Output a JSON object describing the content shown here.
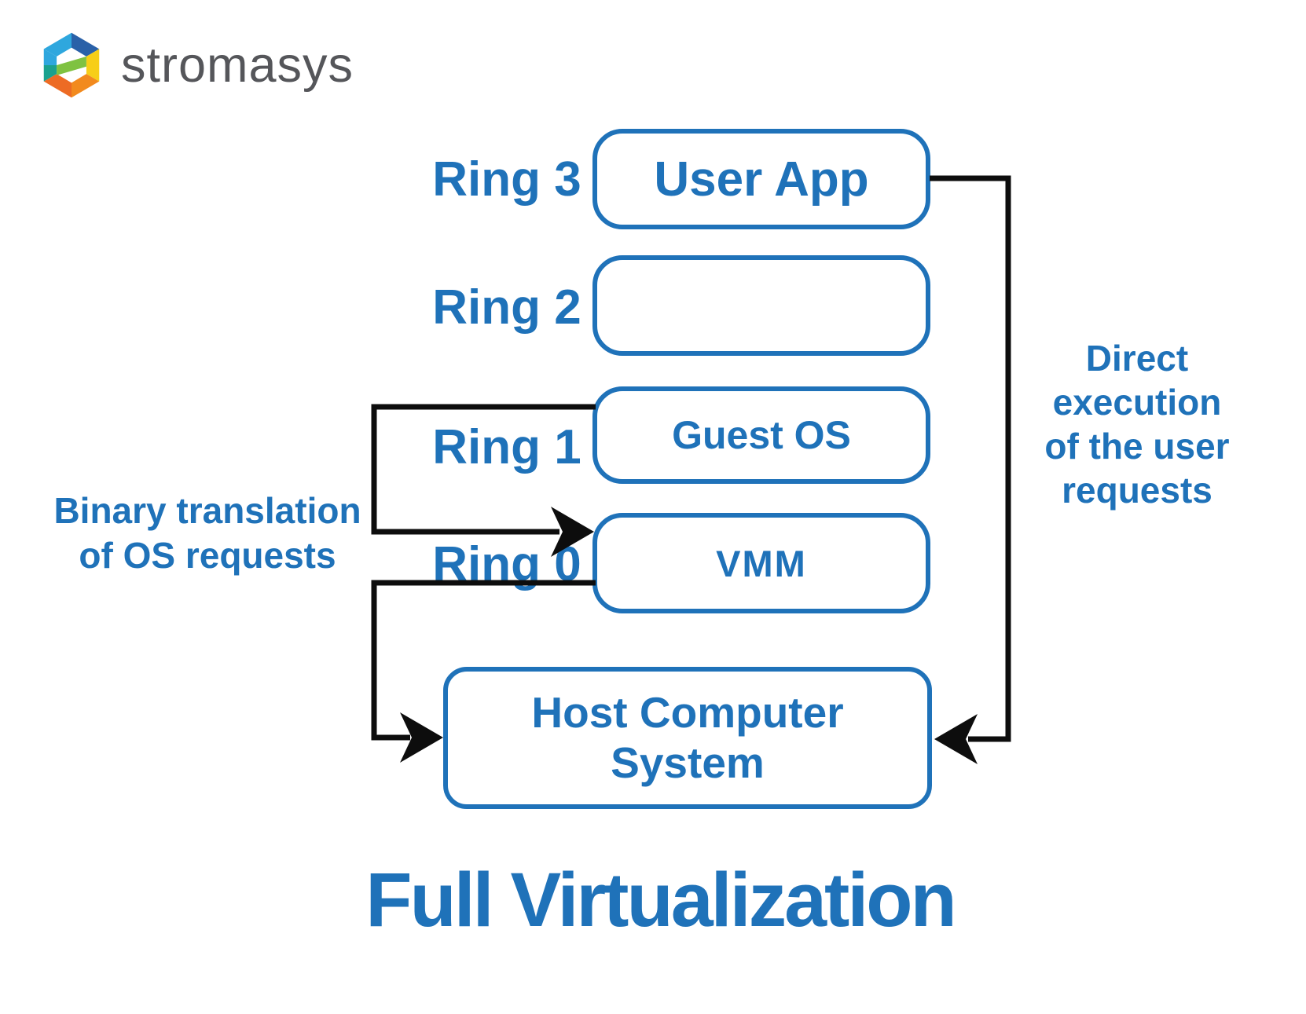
{
  "brand": {
    "name": "stromasys"
  },
  "diagram": {
    "rings": [
      {
        "label": "Ring 3",
        "box_label": "User App"
      },
      {
        "label": "Ring 2",
        "box_label": ""
      },
      {
        "label": "Ring 1",
        "box_label": "Guest OS"
      },
      {
        "label": "Ring 0",
        "box_label": "VMM"
      }
    ],
    "host_box_label": "Host Computer System",
    "annotations": {
      "left": {
        "lines": [
          "Binary translation",
          "of OS requests"
        ]
      },
      "right": {
        "lines": [
          "Direct",
          "execution",
          "of the user",
          "requests"
        ]
      }
    },
    "title": "Full Virtualization"
  },
  "colors": {
    "diagram_blue": "#1f72b9",
    "connector_black": "#0d0d0d",
    "wordmark_gray": "#55565a",
    "logo_palette": {
      "dark_blue": "#2a61a8",
      "light_blue": "#2ea7de",
      "teal": "#1aa18e",
      "green": "#7fc241",
      "yellow": "#f7ce17",
      "orange": "#f28a1e",
      "deep_orange": "#ed6b24"
    }
  }
}
